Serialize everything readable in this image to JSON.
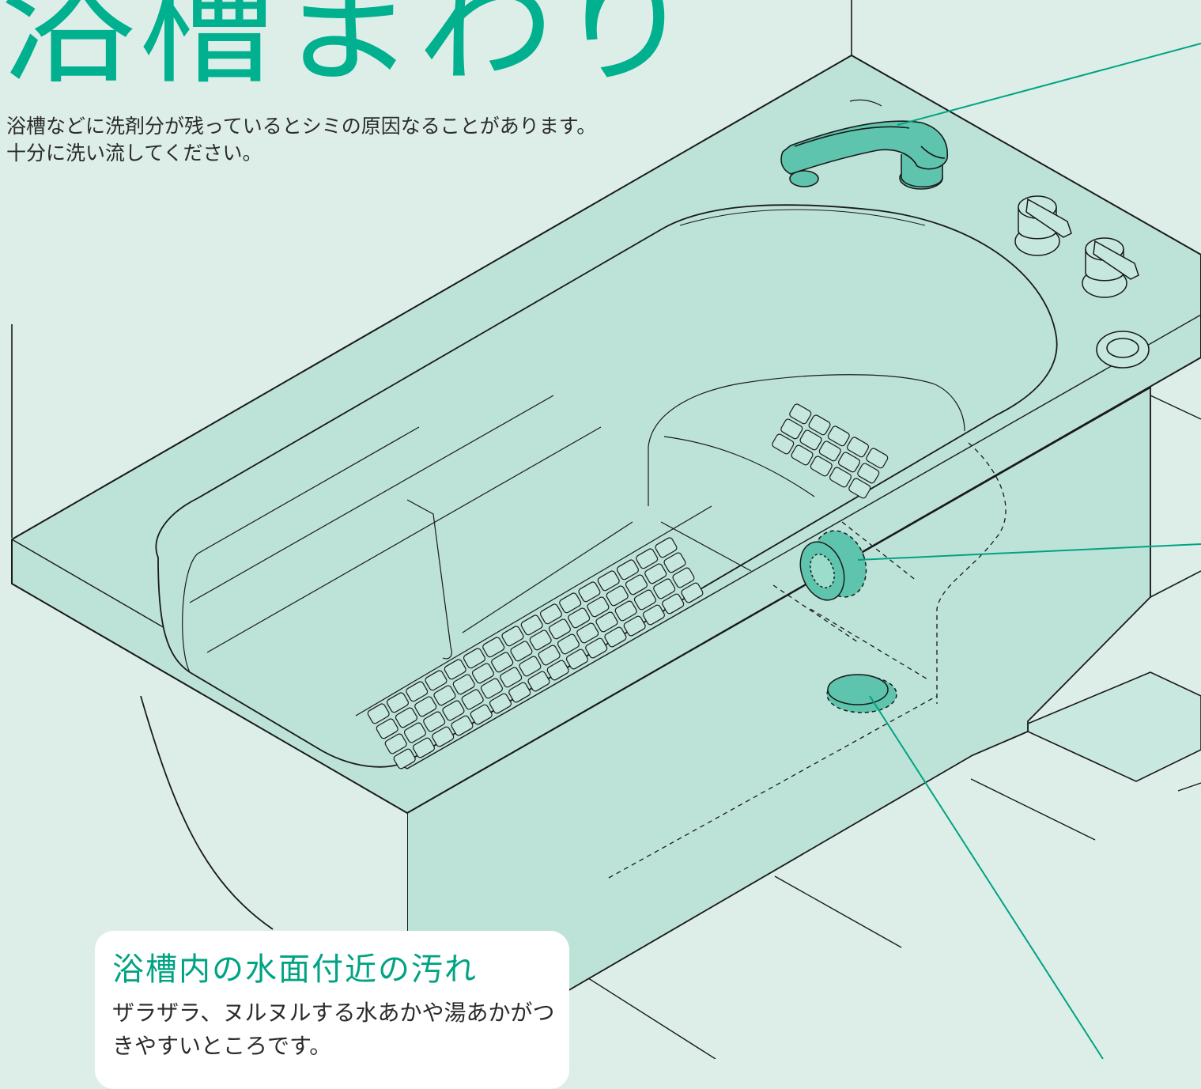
{
  "title": "浴槽まわり",
  "subtitle_lines": [
    "浴槽などに洗剤分が残っているとシミの原因なることがあります。",
    "十分に洗い流してください。"
  ],
  "callout": {
    "title": "浴槽内の水面付近の汚れ",
    "text": "ザラザラ、ヌルヌルする水あかや湯あかがつきやすいところです。"
  },
  "colors": {
    "background": "#ddeee9",
    "tub_fill": "#bde3d8",
    "accent": "#00b08e",
    "highlight_part": "#5fc4ad",
    "outline": "#1a1a1a",
    "card": "#ffffff"
  },
  "highlighted_parts": [
    "faucet-spout",
    "circulation-fitting",
    "drain-plug"
  ]
}
